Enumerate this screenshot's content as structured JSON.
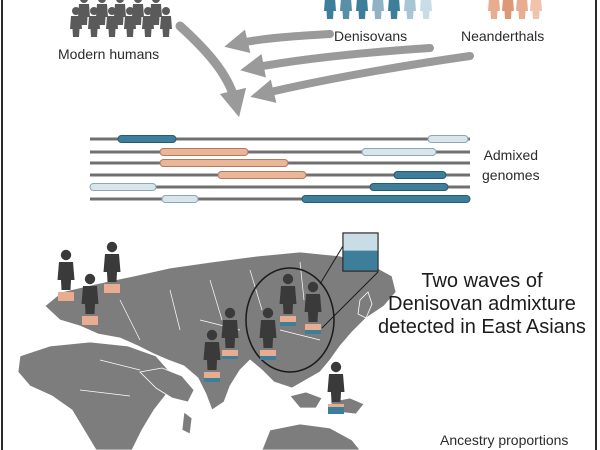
{
  "labels": {
    "modern_humans": "Modern humans",
    "denisovans": "Denisovans",
    "neanderthals": "Neanderthals",
    "admixed_line1": "Admixed",
    "admixed_line2": "genomes",
    "waves_line1": "Two waves of",
    "waves_line2": "Denisovan admixture",
    "waves_line3": "detected in East Asians",
    "ancestry": "Ancestry proportions"
  },
  "colors": {
    "modern": "#5a5a5a",
    "denisovan_dark": "#3d7f9b",
    "denisovan_light": "#c9dde6",
    "neanderthal": "#e8ad90",
    "arrow": "#9a9a9a",
    "map": "#7d7d7d",
    "text": "#2b2b2b"
  },
  "icons": {
    "figure": "human-silhouette-icon",
    "arrow": "curved-arrow-icon",
    "proportion_bar": "ancestry-bar-icon"
  }
}
